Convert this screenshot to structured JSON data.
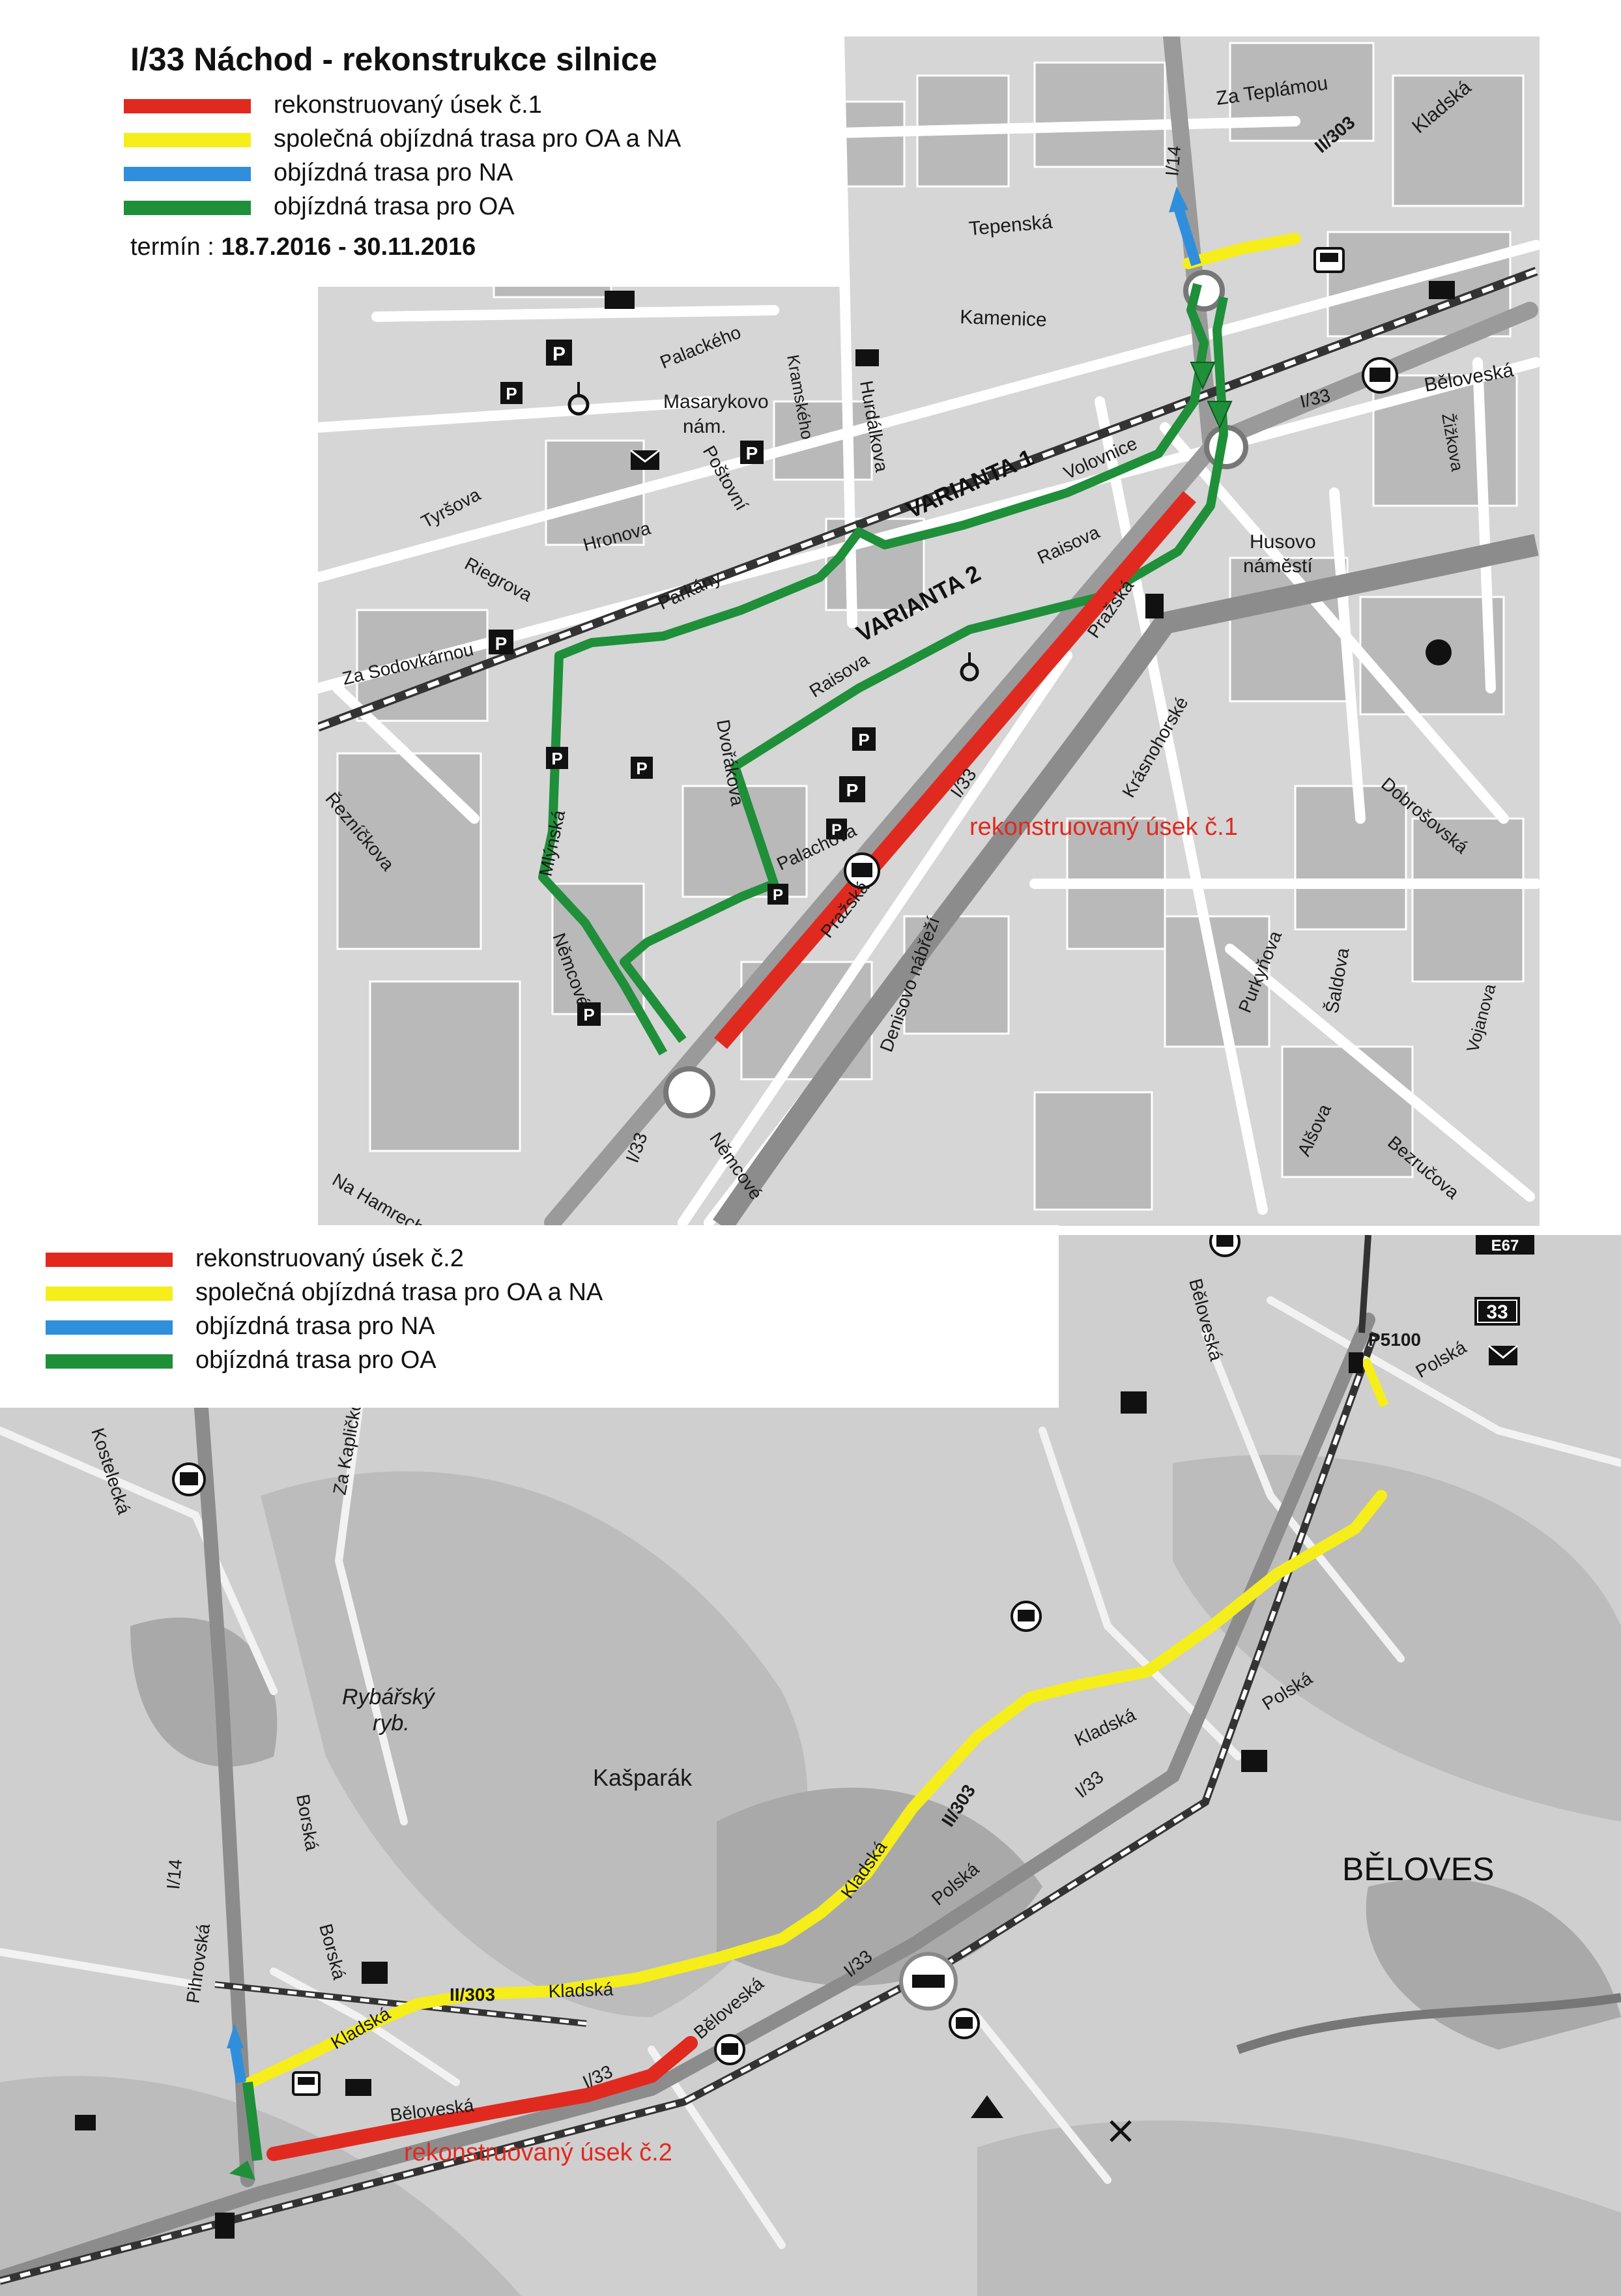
{
  "title": "I/33 Náchod - rekonstrukce silnice",
  "colors": {
    "red": "#e02a20",
    "yellow": "#f5ee1a",
    "blue": "#2f8fdc",
    "green": "#1f8f3a",
    "rail": "#333333"
  },
  "legend1": {
    "items": [
      {
        "label": "rekonstruovaný úsek č.1",
        "color": "#e02a20"
      },
      {
        "label": "společná objízdná trasa pro OA a NA",
        "color": "#f5ee1a"
      },
      {
        "label": "objízdná trasa pro NA",
        "color": "#2f8fdc"
      },
      {
        "label": "objízdná trasa pro OA",
        "color": "#1f8f3a"
      }
    ],
    "term_label": "termín :",
    "term_value": "18.7.2016 - 30.11.2016"
  },
  "legend2": {
    "items": [
      {
        "label": "rekonstruovaný úsek č.2",
        "color": "#e02a20"
      },
      {
        "label": "společná objízdná trasa pro OA a NA",
        "color": "#f5ee1a"
      },
      {
        "label": "objízdná trasa pro NA",
        "color": "#2f8fdc"
      },
      {
        "label": "objízdná trasa pro OA",
        "color": "#1f8f3a"
      }
    ]
  },
  "map1": {
    "variant1": "VARIANTA 1",
    "variant2": "VARIANTA 2",
    "section_label": "rekonstruovaný úsek č.1",
    "streets": {
      "za_teplamou": "Za Teplámou",
      "ii303": "II/303",
      "kladska": "Kladská",
      "i14": "I/14",
      "tepenska": "Tepenská",
      "kamenice": "Kamenice",
      "palackeho": "Palackého",
      "masarykovo": "Masarykovo",
      "nam": "nám.",
      "kramskeho": "Kramského",
      "hurdalkova": "Hurdálkova",
      "postovni": "Poštovní",
      "tyrsova": "Tyršova",
      "hronova": "Hronova",
      "volovnice": "Volovnice",
      "i33_top": "I/33",
      "belovska": "Běloveská",
      "zizkova": "Žižkova",
      "husovo": "Husovo",
      "namesti": "náměstí",
      "riegrova": "Riegrova",
      "parkany": "Parkány",
      "raisova1": "Raisova",
      "raisova2": "Raisova",
      "prazska1": "Pražská",
      "prazska2": "Pražská",
      "za_sodovkarnou": "Za Sodovkárnou",
      "mlynska": "Mlýnská",
      "dvorakova": "Dvořákova",
      "palachova": "Palachova",
      "i33_mid": "I/33",
      "krasnohorske": "Krásnohorské",
      "dobrosovska": "Dobrošovská",
      "reznickova": "Řezníčkova",
      "nemcove": "Němcové",
      "denisovo": "Denisovo nábřeží",
      "purkynova": "Purkyňova",
      "saldova": "Šaldova",
      "vojanova": "Vojanova",
      "alsova": "Alšova",
      "bezrucova": "Bezručova",
      "i33_bottom": "I/33",
      "na_hamrech": "Na Hamrech",
      "nemcove2": "Němcové"
    }
  },
  "map2": {
    "section_label": "rekonstruovaný úsek č.2",
    "place": "BĚLOVES",
    "p5100": "P5100",
    "road33": "33",
    "e67": "E67",
    "streets": {
      "kostelecka": "Kostelecká",
      "za_kaplicku": "Za Kapličkou",
      "rybarsky": "Rybářský",
      "ryb": "ryb.",
      "kasparak": "Kašparák",
      "borska1": "Borská",
      "borska2": "Borská",
      "i14": "I/14",
      "pihrovska": "Pihrovská",
      "kladska1": "Kladská",
      "kladska2": "Kladská",
      "kladska3": "Kladská",
      "kladska4": "Kladská",
      "ii303_1": "II/303",
      "ii303_2": "II/303",
      "polska1": "Polská",
      "polska2": "Polská",
      "polska3": "Polská",
      "i33_1": "I/33",
      "i33_2": "I/33",
      "i33_3": "I/33",
      "belovska1": "Běloveská",
      "belovska2": "Běloveská",
      "belovska3": "Běloveská"
    }
  }
}
